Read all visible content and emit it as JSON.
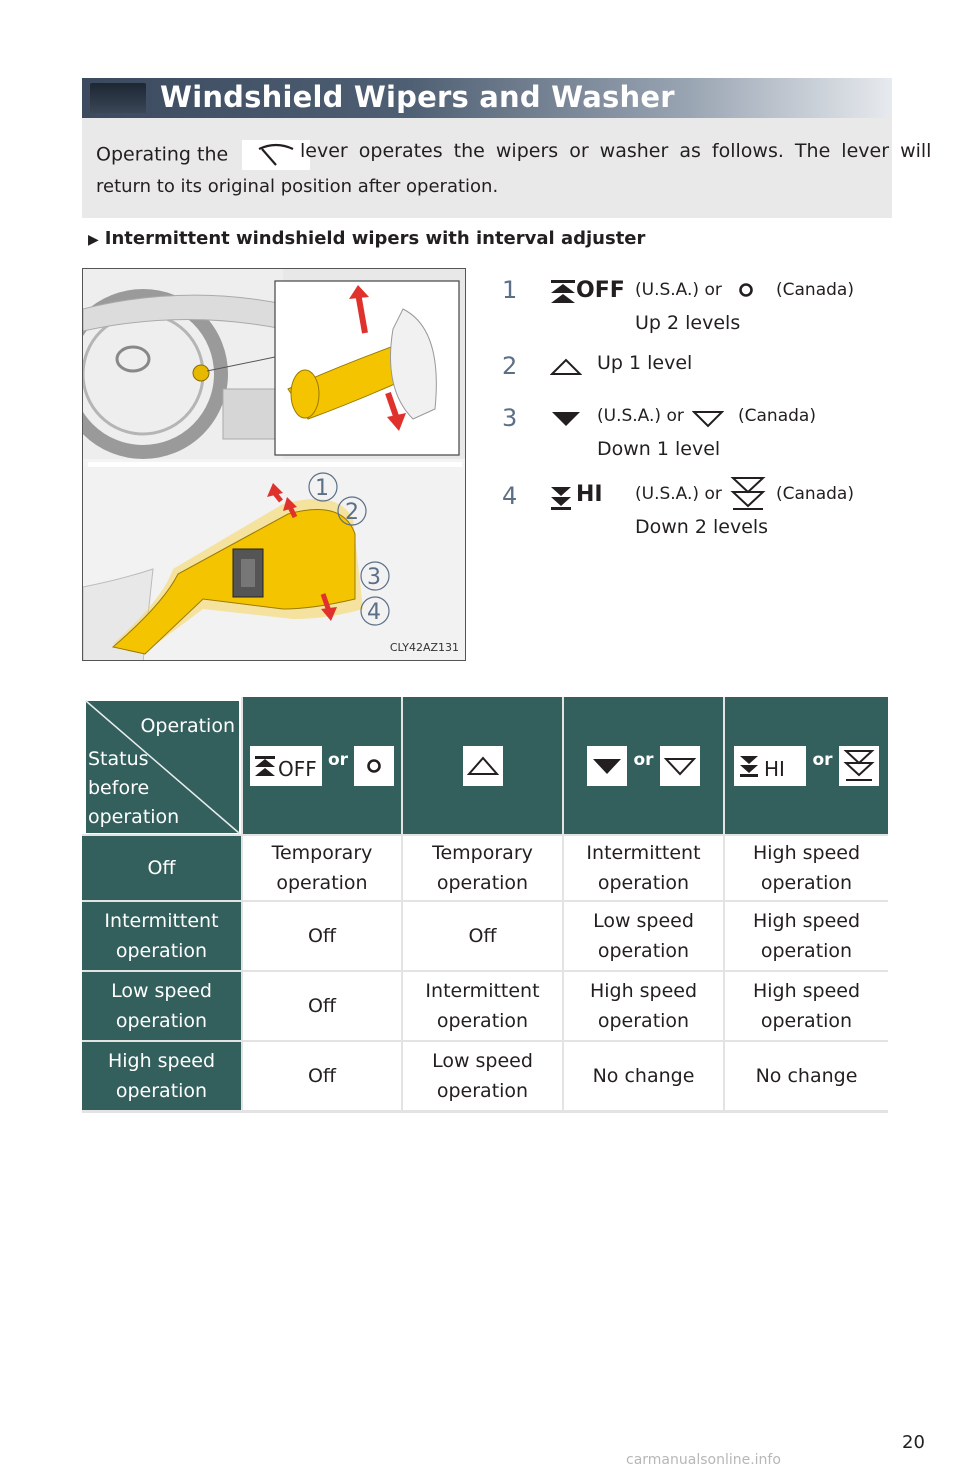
{
  "header": {
    "title": "Windshield Wipers and Washer"
  },
  "intro": {
    "before_icon": "Operating the",
    "after_icon": "lever operates the wipers or washer as follows. The lever will",
    "line2": "return to its original position after operation."
  },
  "subheading": "Intermittent windshield wipers with interval adjuster",
  "figure": {
    "code": "CLY42AZ131",
    "callouts": [
      "1",
      "2",
      "3",
      "4"
    ]
  },
  "steps": [
    {
      "num": "1",
      "usa_label": "OFF",
      "usa_text": "(U.S.A.) or",
      "canada_text": "(Canada)",
      "desc": "Up 2 levels"
    },
    {
      "num": "2",
      "desc": "Up 1 level"
    },
    {
      "num": "3",
      "usa_text": "(U.S.A.) or",
      "canada_text": "(Canada)",
      "desc": "Down 1 level"
    },
    {
      "num": "4",
      "usa_label": "HI",
      "usa_text": "(U.S.A.) or",
      "canada_text": "(Canada)",
      "desc": "Down 2 levels"
    }
  ],
  "table": {
    "corner_top": "Operation",
    "corner_bottom": [
      "Status",
      "before",
      "operation"
    ],
    "col_or": "or",
    "col_labels": {
      "off": "OFF",
      "hi": "HI"
    },
    "rows": [
      {
        "status": "Off",
        "cells": [
          "Temporary operation",
          "Temporary operation",
          "Intermittent operation",
          "High speed operation"
        ]
      },
      {
        "status": "Intermittent operation",
        "cells": [
          "Off",
          "Off",
          "Low speed operation",
          "High speed operation"
        ]
      },
      {
        "status": "Low speed operation",
        "cells": [
          "Off",
          "Intermittent operation",
          "High speed operation",
          "High speed operation"
        ]
      },
      {
        "status": "High speed operation",
        "cells": [
          "Off",
          "Low speed operation",
          "No change",
          "No change"
        ]
      }
    ]
  },
  "footer": {
    "page_number": "20",
    "watermark": "carmanualsonline.info"
  },
  "colors": {
    "table_header": "#33605d",
    "banner": "#3b4a5e",
    "intro_bg": "#e9e9ea",
    "lever": "#f5c400",
    "arrow": "#e0322d",
    "callout": "#5b6f87"
  }
}
